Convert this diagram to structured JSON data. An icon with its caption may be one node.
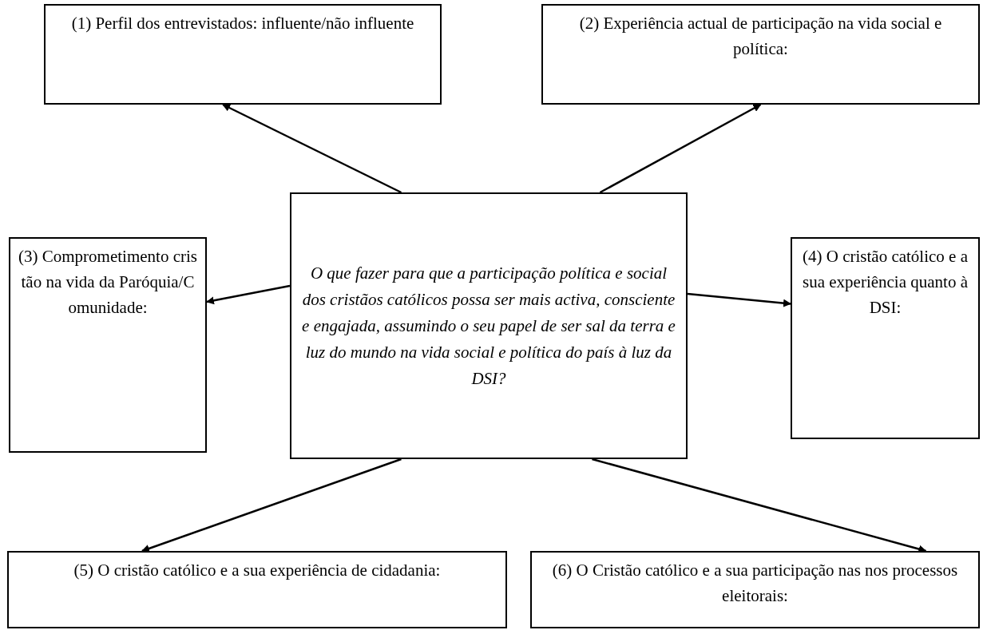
{
  "diagram": {
    "nodes": [
      {
        "text": [
          "(1) Perfil dos entrevistados: influente/não influente"
        ]
      },
      {
        "text": [
          "(2) Experiência actual de participação na vida social e política:"
        ]
      },
      {
        "text": [
          "(3) Comprometimento cristão na vida da Paróquia/Comunidade:"
        ]
      },
      {
        "text": [
          "O que fazer para que a participação política e social dos cristãos católicos possa ser mais activa, consciente e engajada, assumindo o seu papel de ser sal da terra e luz do mundo na vida social e política do país à luz da DSI?"
        ]
      },
      {
        "text": [
          "(4) O cristão católico e a sua experiência quanto à DSI:"
        ]
      },
      {
        "text": [
          "(5) O cristão católico e a sua experiência de cidadania:"
        ]
      },
      {
        "text": [
          "(6) O Cristão católico e a sua participação nas nos processos eleitorais:"
        ]
      }
    ],
    "edges": [
      {
        "from": 3,
        "to": 0,
        "arrow": "to"
      },
      {
        "from": 3,
        "to": 1,
        "arrow": "to"
      },
      {
        "from": 3,
        "to": 2,
        "arrow": "to"
      },
      {
        "from": 3,
        "to": 4,
        "arrow": "to"
      },
      {
        "from": 3,
        "to": 5,
        "arrow": "to"
      },
      {
        "from": 3,
        "to": 6,
        "arrow": "to"
      }
    ]
  }
}
